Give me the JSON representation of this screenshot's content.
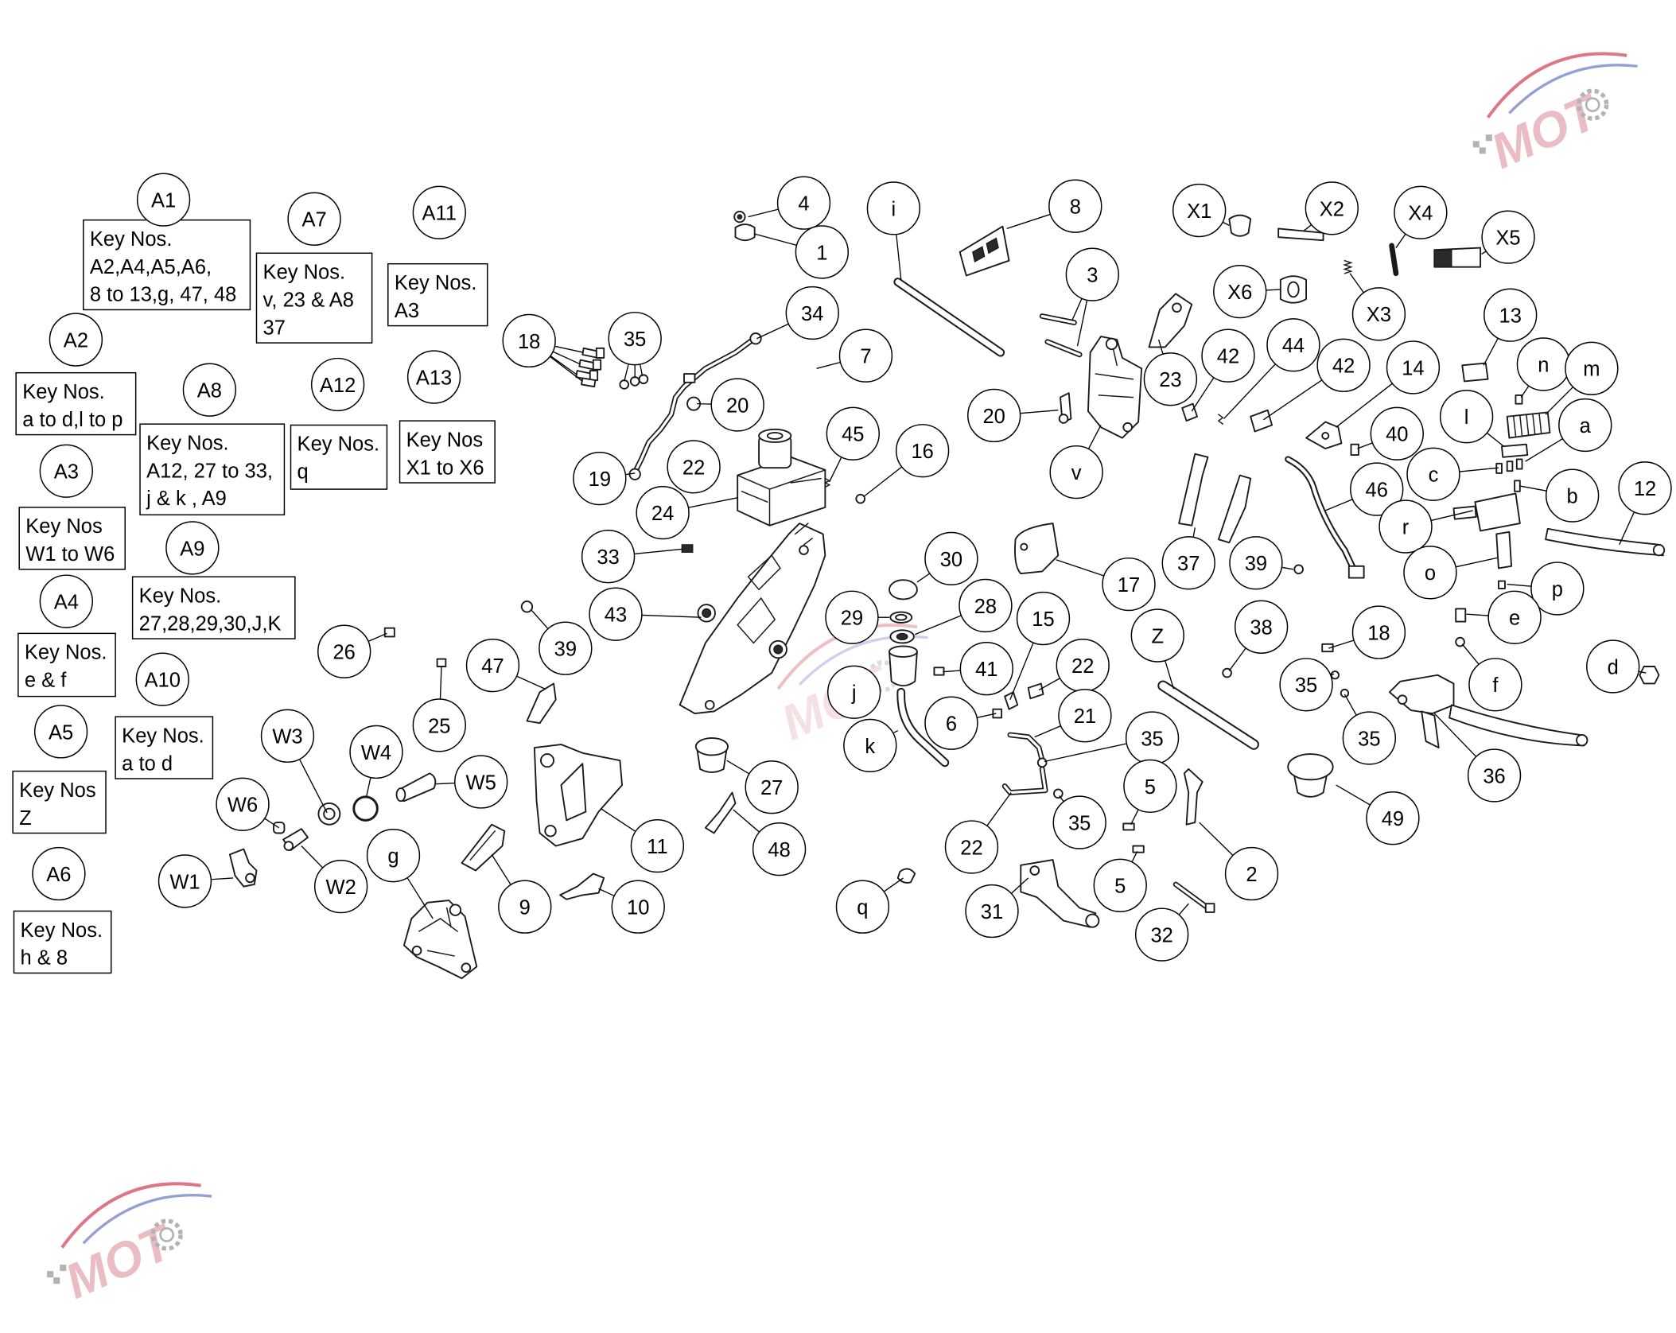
{
  "diagram": {
    "callouts": [
      "A1",
      "A7",
      "A11",
      "A2",
      "A8",
      "A12",
      "A13",
      "A3",
      "A9",
      "A4",
      "A10",
      "A5",
      "A6",
      "4",
      "1",
      "i",
      "8",
      "18",
      "35",
      "34",
      "7",
      "20",
      "22",
      "19",
      "45",
      "16",
      "24",
      "33",
      "43",
      "30",
      "29",
      "28",
      "15",
      "17",
      "26",
      "39",
      "47",
      "25",
      "41",
      "22",
      "j",
      "6",
      "21",
      "k",
      "35",
      "W3",
      "W4",
      "W5",
      "W6",
      "27",
      "48",
      "11",
      "W1",
      "W2",
      "g",
      "9",
      "10",
      "35",
      "5",
      "22",
      "5",
      "q",
      "31",
      "2",
      "32",
      "Z",
      "38",
      "18",
      "35",
      "35",
      "36",
      "49",
      "X1",
      "X2",
      "X4",
      "X5",
      "X6",
      "X3",
      "3",
      "13",
      "23",
      "42",
      "44",
      "42",
      "14",
      "n",
      "m",
      "20",
      "v",
      "40",
      "l",
      "a",
      "c",
      "46",
      "b",
      "12",
      "r",
      "37",
      "39",
      "o",
      "p",
      "e",
      "d",
      "f"
    ],
    "key_boxes": [
      {
        "lines": [
          "Key Nos.",
          "A2,A4,A5,A6,",
          "8 to 13,g, 47, 48"
        ]
      },
      {
        "lines": [
          "Key Nos.",
          "v, 23 & A8",
          "37"
        ]
      },
      {
        "lines": [
          "Key Nos.",
          "A3"
        ]
      },
      {
        "lines": [
          "Key Nos.",
          "a to d,l to p"
        ]
      },
      {
        "lines": [
          "Key Nos.",
          "A12, 27 to 33,",
          "j & k , A9"
        ]
      },
      {
        "lines": [
          "Key Nos.",
          "q"
        ]
      },
      {
        "lines": [
          "Key Nos",
          "X1 to X6"
        ]
      },
      {
        "lines": [
          "Key Nos",
          "W1 to W6"
        ]
      },
      {
        "lines": [
          "Key Nos.",
          "27,28,29,30,J,K"
        ]
      },
      {
        "lines": [
          "Key Nos.",
          "e & f"
        ]
      },
      {
        "lines": [
          "Key Nos.",
          "a to d"
        ]
      },
      {
        "lines": [
          "Key Nos",
          "Z"
        ]
      },
      {
        "lines": [
          "Key Nos.",
          "h & 8"
        ]
      }
    ],
    "logo": {
      "text": "MOT"
    },
    "colors": {
      "ink": "#000000",
      "part_stroke": "#1a1a1a",
      "logo_red": "#d24a5e",
      "logo_blue": "#6f7fc9",
      "logo_grey": "#9a9a9a"
    }
  }
}
